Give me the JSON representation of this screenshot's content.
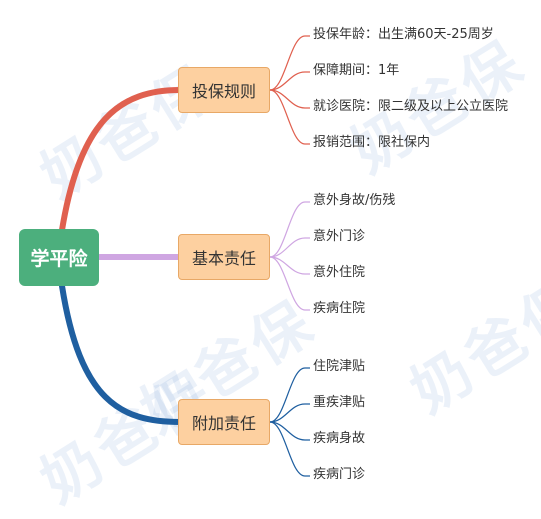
{
  "root": {
    "label": "学平险",
    "color": "#4caf7d"
  },
  "watermark": "奶爸保",
  "branches": [
    {
      "label": "投保规则",
      "color": "#e0604f",
      "children": [
        "投保年龄：出生满60天-25周岁",
        "保障期间：1年",
        "就诊医院：限二级及以上公立医院",
        "报销范围：限社保内"
      ]
    },
    {
      "label": "基本责任",
      "color": "#cfa6e2",
      "children": [
        "意外身故/伤残",
        "意外门诊",
        "意外住院",
        "疾病住院"
      ]
    },
    {
      "label": "附加责任",
      "color": "#1f5fa0",
      "children": [
        "住院津贴",
        "重疾津贴",
        "疾病身故",
        "疾病门诊"
      ]
    }
  ]
}
